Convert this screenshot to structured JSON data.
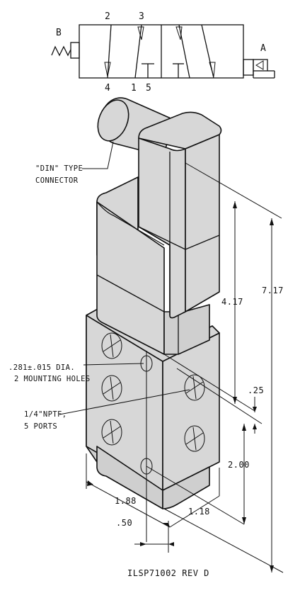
{
  "schematic": {
    "ports": {
      "p2": "2",
      "p3": "3",
      "p4": "4",
      "p1": "1",
      "p5": "5",
      "pB": "B",
      "pA": "A"
    }
  },
  "callouts": {
    "din_line1": "\"DIN\" TYPE",
    "din_line2": "CONNECTOR",
    "holes_line1": ".281±.015 DIA.",
    "holes_line2": "2 MOUNTING HOLES",
    "ports_line1": "1/4\"NPTF,",
    "ports_line2": "5 PORTS"
  },
  "dimensions": {
    "d417": "4.17",
    "d717": "7.17",
    "d025": ".25",
    "d200": "2.00",
    "d188": "1.88",
    "d118": "1.18",
    "d050": ".50"
  },
  "footer": {
    "drawing_id": "ILSP71002 REV D"
  },
  "colors": {
    "body_fill": "#d7d7d7",
    "line": "#111111"
  }
}
